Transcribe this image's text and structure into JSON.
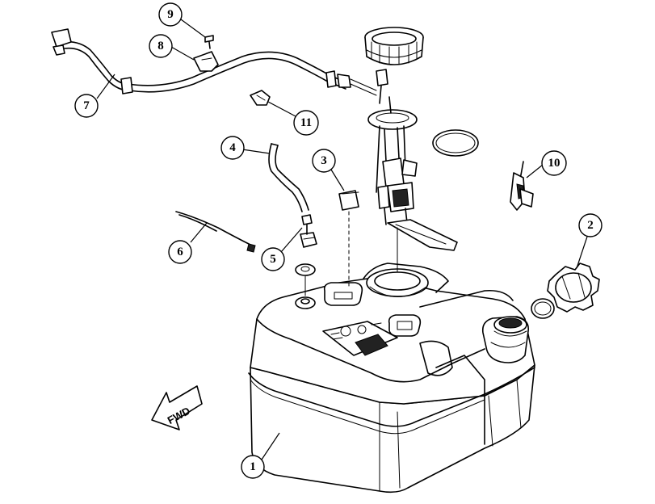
{
  "callouts": [
    {
      "id": "1",
      "label": "1"
    },
    {
      "id": "2",
      "label": "2"
    },
    {
      "id": "3",
      "label": "3"
    },
    {
      "id": "4",
      "label": "4"
    },
    {
      "id": "5",
      "label": "5"
    },
    {
      "id": "6",
      "label": "6"
    },
    {
      "id": "7",
      "label": "7"
    },
    {
      "id": "8",
      "label": "8"
    },
    {
      "id": "9",
      "label": "9"
    },
    {
      "id": "10",
      "label": "10"
    },
    {
      "id": "11",
      "label": "11"
    }
  ],
  "direction_arrow": {
    "label": "FWD"
  }
}
